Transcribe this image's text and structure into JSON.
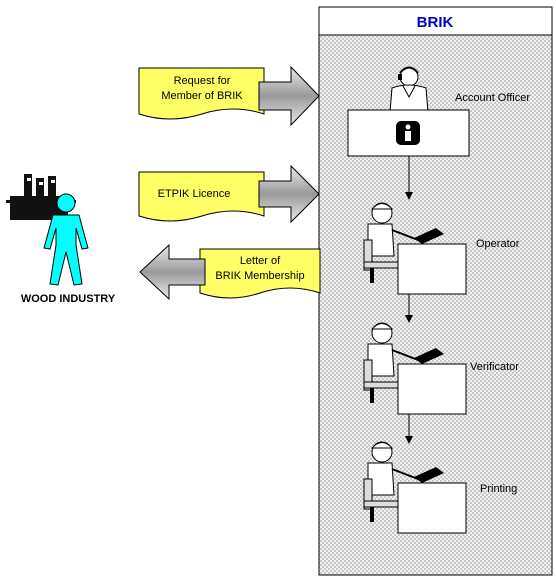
{
  "panel": {
    "title": "BRIK"
  },
  "notes": {
    "request": {
      "line1": "Request for",
      "line2": "Member of BRIK"
    },
    "licence": {
      "line1": "ETPIK Licence"
    },
    "letter": {
      "line1": "Letter of",
      "line2": "BRIK Membership"
    }
  },
  "actors": {
    "industry": "WOOD INDUSTRY",
    "account_officer": "Account Officer",
    "operator": "Operator",
    "verificator": "Verificator",
    "printing": "Printing"
  },
  "colors": {
    "title_blue": "#0000cc",
    "note_yellow": "#ffff66",
    "person_cyan": "#00ffff",
    "arrow_gray": "#b0b0b0"
  }
}
